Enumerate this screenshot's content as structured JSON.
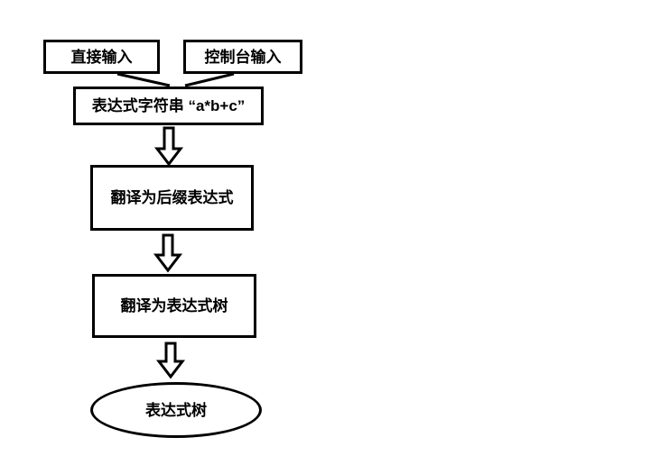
{
  "page": {
    "background_color": "#ffffff"
  },
  "diagram": {
    "type": "flowchart",
    "stroke_color": "#000000",
    "fill_color": "#ffffff",
    "text_color": "#000000",
    "nodes": {
      "direct_input": {
        "label": "直接输入",
        "shape": "rect"
      },
      "console_input": {
        "label": "控制台输入",
        "shape": "rect"
      },
      "expression_string": {
        "label": "表达式字符串 “a*b+c”",
        "shape": "rect"
      },
      "translate_postfix": {
        "label": "翻译为后缀表达式",
        "shape": "rect"
      },
      "translate_tree": {
        "label": "翻译为表达式树",
        "shape": "rect"
      },
      "expression_tree": {
        "label": "表达式树",
        "shape": "ellipse"
      }
    },
    "connectors": [
      {
        "from": "direct_input",
        "to": "expression_string",
        "style": "plain-line"
      },
      {
        "from": "console_input",
        "to": "expression_string",
        "style": "plain-line"
      },
      {
        "from": "expression_string",
        "to": "translate_postfix",
        "style": "hollow-block-arrow-down"
      },
      {
        "from": "translate_postfix",
        "to": "translate_tree",
        "style": "hollow-block-arrow-down"
      },
      {
        "from": "translate_tree",
        "to": "expression_tree",
        "style": "hollow-block-arrow-down"
      }
    ]
  }
}
